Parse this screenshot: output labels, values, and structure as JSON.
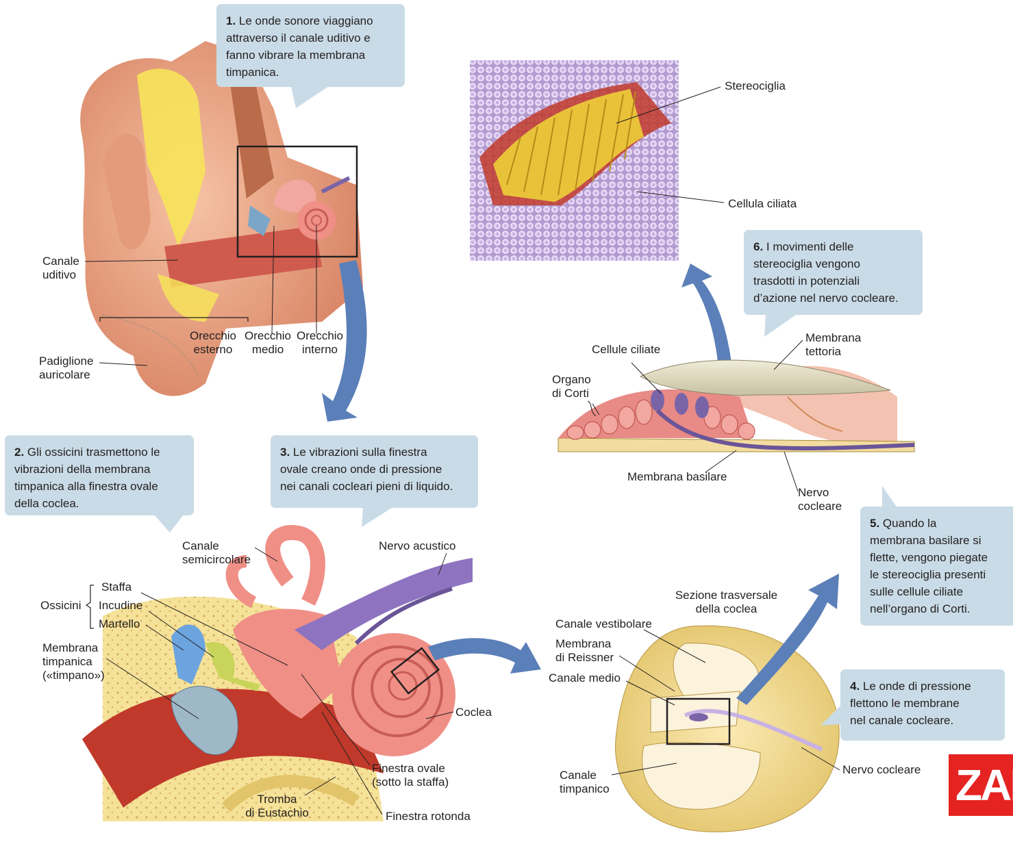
{
  "captions": {
    "step1": {
      "num": "1.",
      "lines": [
        "Le onde sonore viaggiano",
        "attraverso il canale uditivo e",
        "fanno vibrare la membrana",
        "timpanica."
      ]
    },
    "step2": {
      "num": "2.",
      "lines": [
        "Gli ossicini trasmettono le",
        "vibrazioni della membrana",
        "timpanica alla finestra ovale",
        "della coclea."
      ]
    },
    "step3": {
      "num": "3.",
      "lines": [
        "Le vibrazioni sulla finestra",
        "ovale creano onde di pressione",
        "nei canali cocleari pieni di liquido."
      ]
    },
    "step4": {
      "num": "4.",
      "lines": [
        "Le onde di pressione",
        "flettono le membrane",
        "nel canale cocleare."
      ]
    },
    "step5": {
      "num": "5.",
      "lines": [
        "Quando la",
        "membrana basilare si",
        "flette, vengono piegate",
        "le stereociglia presenti",
        "sulle cellule ciliate",
        "nell’organo di Corti."
      ]
    },
    "step6": {
      "num": "6.",
      "lines": [
        "I movimenti delle",
        "stereociglia vengono",
        "trasdotti in potenziali",
        "d’azione nel nervo cocleare."
      ]
    }
  },
  "labels": {
    "canale_uditivo": [
      "Canale",
      "uditivo"
    ],
    "padiglione": [
      "Padiglione",
      "auricolare"
    ],
    "orecchio_esterno": [
      "Orecchio",
      "esterno"
    ],
    "orecchio_medio": [
      "Orecchio",
      "medio"
    ],
    "orecchio_interno": [
      "Orecchio",
      "interno"
    ],
    "stereociglia": "Stereociglia",
    "cellula_ciliata": "Cellula ciliata",
    "cellule_ciliate": "Cellule ciliate",
    "membrana_tettoria": [
      "Membrana",
      "tettoria"
    ],
    "organo_corti": [
      "Organo",
      "di Corti"
    ],
    "membrana_basilare": "Membrana basilare",
    "nervo_cocleare_top": [
      "Nervo",
      "cocleare"
    ],
    "canale_semicircolare": [
      "Canale",
      "semicircolare"
    ],
    "nervo_acustico": "Nervo acustico",
    "ossicini": "Ossicini",
    "staffa": "Staffa",
    "incudine": "Incudine",
    "martello": "Martello",
    "membrana_timpanica": [
      "Membrana",
      "timpanica",
      "(«timpano»)"
    ],
    "coclea": "Coclea",
    "finestra_ovale": [
      "Finestra ovale",
      "(sotto la staffa)"
    ],
    "tromba": [
      "Tromba",
      "di Eustachio"
    ],
    "finestra_rotonda": "Finestra rotonda",
    "sezione": [
      "Sezione trasversale",
      "della coclea"
    ],
    "canale_vestibolare": "Canale vestibolare",
    "membrana_reissner": [
      "Membrana",
      "di Reissner"
    ],
    "canale_medio": "Canale medio",
    "canale_timpanico": [
      "Canale",
      "timpanico"
    ],
    "nervo_cocleare_bottom": "Nervo cocleare"
  },
  "logo": {
    "text": "ZAN",
    "color": "#e52421"
  },
  "colors": {
    "callout": "#c9dbe6",
    "arrow": "#5b7fb8",
    "tissue": "#e88a86",
    "bone": "#f0d98a",
    "nerve": "#7a64a8",
    "hair": "#e9c23a"
  }
}
